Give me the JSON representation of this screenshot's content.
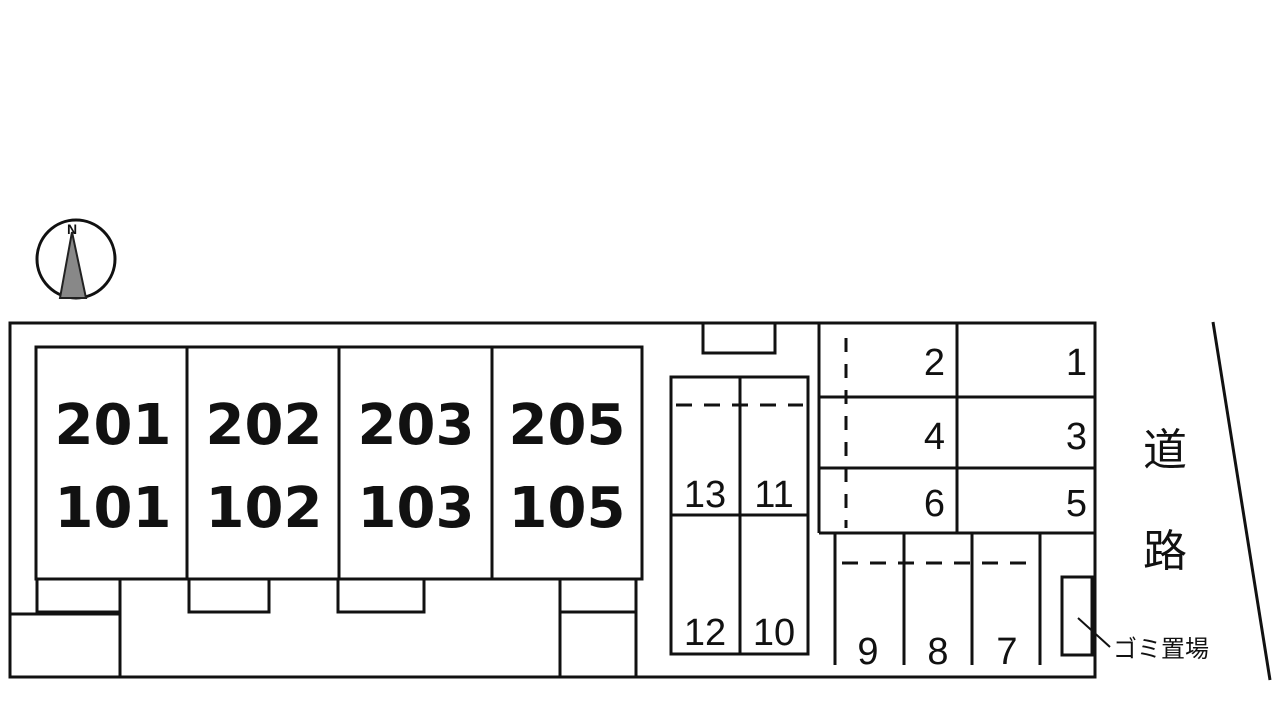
{
  "compass": {
    "label": "N"
  },
  "units": [
    {
      "upper": "201",
      "lower": "101"
    },
    {
      "upper": "202",
      "lower": "102"
    },
    {
      "upper": "203",
      "lower": "103"
    },
    {
      "upper": "205",
      "lower": "105"
    }
  ],
  "parking": {
    "p1": "1",
    "p2": "2",
    "p3": "3",
    "p4": "4",
    "p5": "5",
    "p6": "6",
    "p7": "7",
    "p8": "8",
    "p9": "9",
    "p10": "10",
    "p11": "11",
    "p12": "12",
    "p13": "13"
  },
  "road": {
    "char1": "道",
    "char2": "路"
  },
  "garbage_label": "ゴミ置場"
}
